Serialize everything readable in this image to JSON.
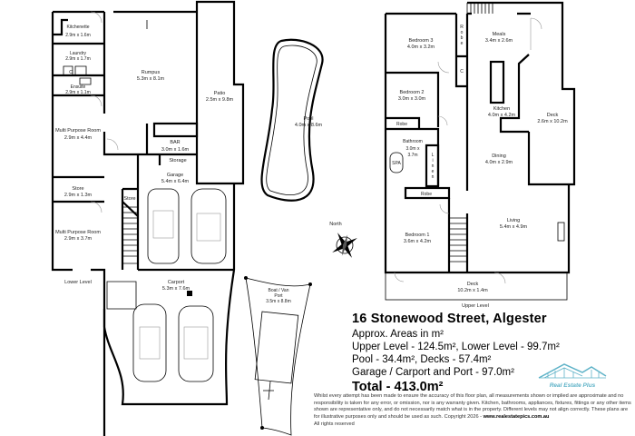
{
  "lower_level": {
    "label": "Lower Level",
    "rooms": {
      "kitchenette": {
        "name": "Kitchenette",
        "size": "2.9m x 1.6m"
      },
      "laundry": {
        "name": "Laundry",
        "size": "2.9m x 1.7m"
      },
      "ensuite": {
        "name": "Ensuite",
        "size": "2.9m x 1.1m"
      },
      "rumpus": {
        "name": "Rumpus",
        "size": "5.3m x 8.1m"
      },
      "patio": {
        "name": "Patio",
        "size": "2.5m x 9.8m"
      },
      "mpr1": {
        "name": "Multi Purpose Room",
        "size": "2.9m x 4.4m"
      },
      "bar": {
        "name": "BAR",
        "size": "3.0m x 1.6m"
      },
      "storage": {
        "name": "Storage"
      },
      "garage": {
        "name": "Garage",
        "size": "5.4m x 6.4m"
      },
      "store1": {
        "name": "Store",
        "size": "2.9m x 1.3m"
      },
      "store2": {
        "name": "Store"
      },
      "mpr2": {
        "name": "Multi Purpose Room",
        "size": "2.9m x 3.7m"
      },
      "carport": {
        "name": "Carport",
        "size": "5.3m x 7.6m"
      },
      "ensuite_c": "C"
    }
  },
  "pool": {
    "name": "Pool",
    "size": "4.0m x 8.6m"
  },
  "boat_port": {
    "name1": "Boat / Van",
    "name2": "Port",
    "size": "3.5m x 8.8m"
  },
  "compass": {
    "label": "North"
  },
  "upper_level": {
    "label": "Upper Level",
    "rooms": {
      "bedroom3": {
        "name": "Bedroom 3",
        "size": "4.0m x 3.2m"
      },
      "robe_vertical": [
        "R",
        "o",
        "b",
        "e"
      ],
      "c": "C",
      "meals": {
        "name": "Meals",
        "size": "3.4m x 2.6m"
      },
      "bedroom2": {
        "name": "Bedroom 2",
        "size": "3.0m x 3.0m"
      },
      "kitchen": {
        "name": "Kitchen",
        "size": "4.0m x 4.2m"
      },
      "deck_side": {
        "name": "Deck",
        "size": "2.6m x 10.2m"
      },
      "robe2": "Robe",
      "bathroom": {
        "name": "Bathroom",
        "size1": "3.0m x",
        "size2": "3.7m"
      },
      "spa": "SPA",
      "linen": [
        "L",
        "i",
        "n",
        "e",
        "n"
      ],
      "dining": {
        "name": "Dining",
        "size": "4.0m x 2.9m"
      },
      "robe1": "Robe",
      "bedroom1": {
        "name": "Bedroom 1",
        "size": "3.6m x 4.2m"
      },
      "living": {
        "name": "Living",
        "size": "5.4m x 4.9m"
      },
      "deck_front": {
        "name": "Deck",
        "size": "10.2m x 1.4m"
      }
    }
  },
  "info": {
    "address": "16 Stonewood Street, Algester",
    "areas_note": "Approx. Areas in m²",
    "upper_lower": "Upper Level - 124.5m², Lower Level - 99.7m²",
    "pool_decks": "Pool - 34.4m², Decks - 57.4m²",
    "garage": "Garage / Carport and Port - 97.0m²",
    "total": "Total - 413.0m²"
  },
  "logo": {
    "text": "Real Estate Plus"
  },
  "disclaimer": {
    "text": "Whilst every attempt has been made to ensure the accuracy of this floor plan, all measurements shown or implied are approximate and no responsibility is taken for any error, or omission, nor is any warranty given. Kitchen, bathrooms, appliances, fixtures, fittings or any other items shown are representative only, and do not necessarily match what is in the property. Different levels may not align correctly. These plans are for illustrative purposes only and should be used as such. Copyright 2026 - ",
    "website": "www.realestatepics.com.au",
    "rights": "All rights reserved"
  }
}
